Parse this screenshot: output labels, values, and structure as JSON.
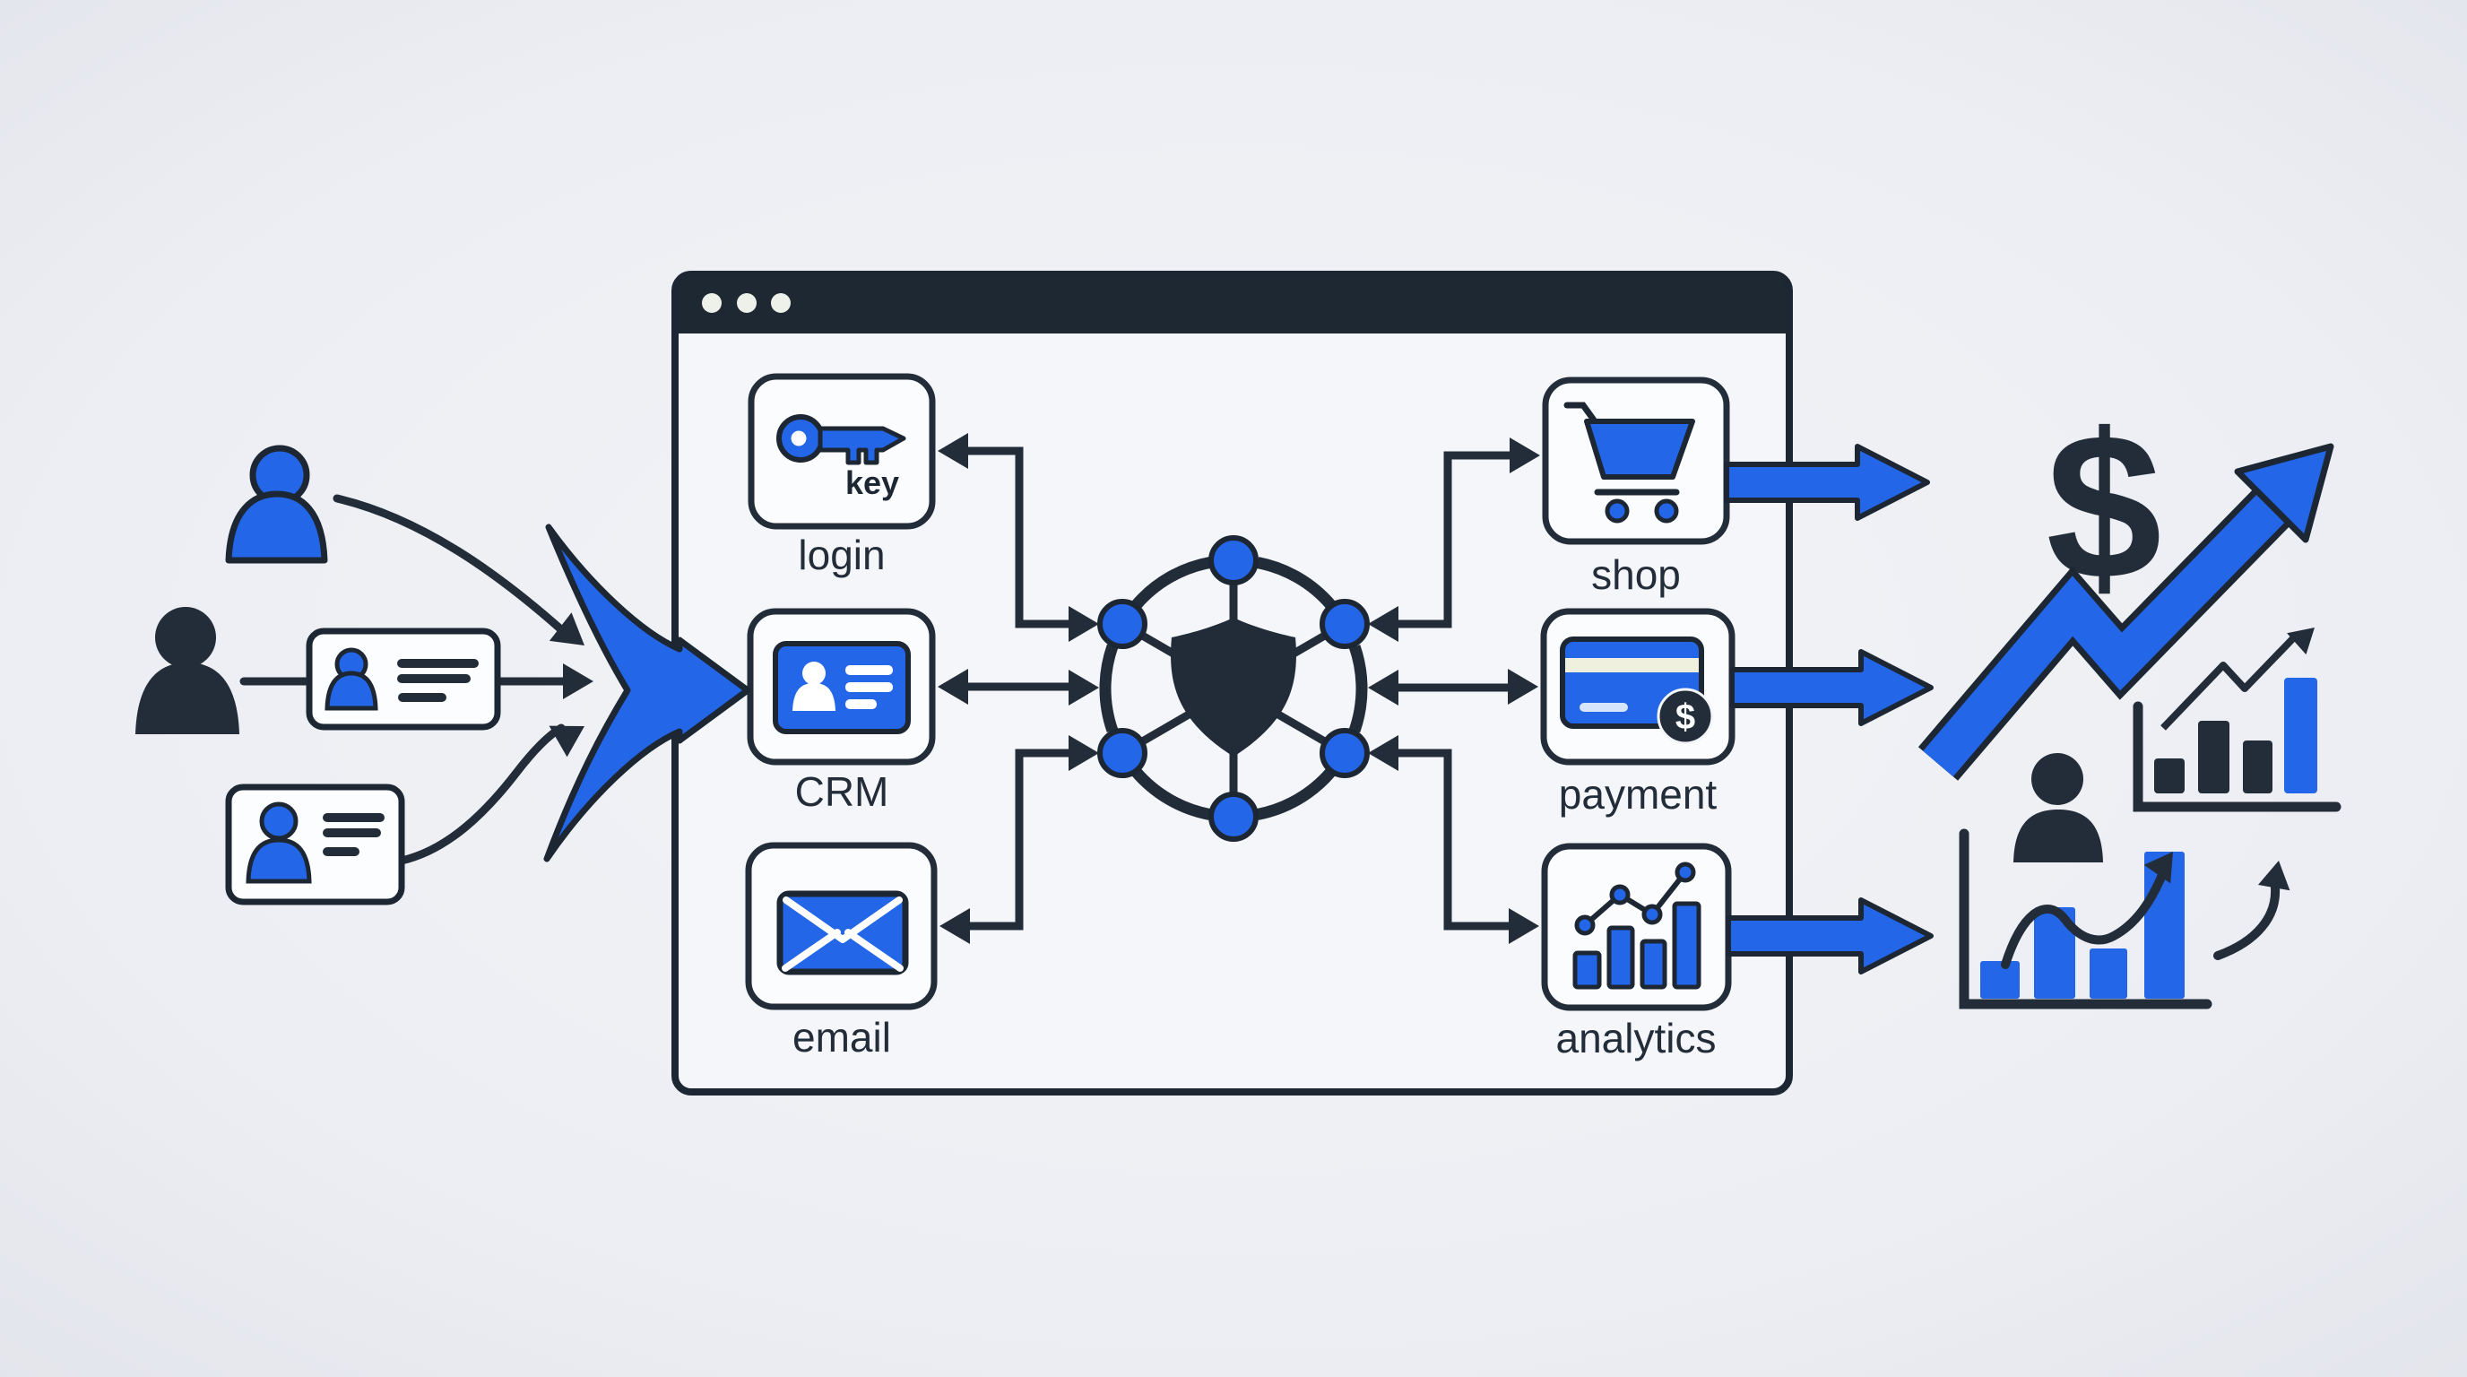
{
  "colors": {
    "background": "#edeff3",
    "window_fill": "#f5f6f9",
    "titlebar": "#1e2833",
    "ink": "#232d39",
    "accent_blue": "#2366e8",
    "card_fill": "#fcfdff"
  },
  "browser_window": {
    "traffic_light_dots": 3
  },
  "left_sources": {
    "user_icons": 2,
    "id_card_icons": 2
  },
  "apps_left": [
    {
      "id": "login",
      "label": "login",
      "icon": "key-icon",
      "icon_text": "key"
    },
    {
      "id": "crm",
      "label": "CRM",
      "icon": "id-card-icon"
    },
    {
      "id": "email",
      "label": "email",
      "icon": "envelope-icon"
    }
  ],
  "hub": {
    "icon": "shield-icon",
    "node_count": 6
  },
  "apps_right": [
    {
      "id": "shop",
      "label": "shop",
      "icon": "shopping-cart-icon"
    },
    {
      "id": "payment",
      "label": "payment",
      "icon": "credit-card-icon",
      "icon_text": "$"
    },
    {
      "id": "analytics",
      "label": "analytics",
      "icon": "bar-chart-icon"
    }
  ],
  "outcomes": {
    "currency_symbol": "$",
    "trend_direction": "up"
  }
}
